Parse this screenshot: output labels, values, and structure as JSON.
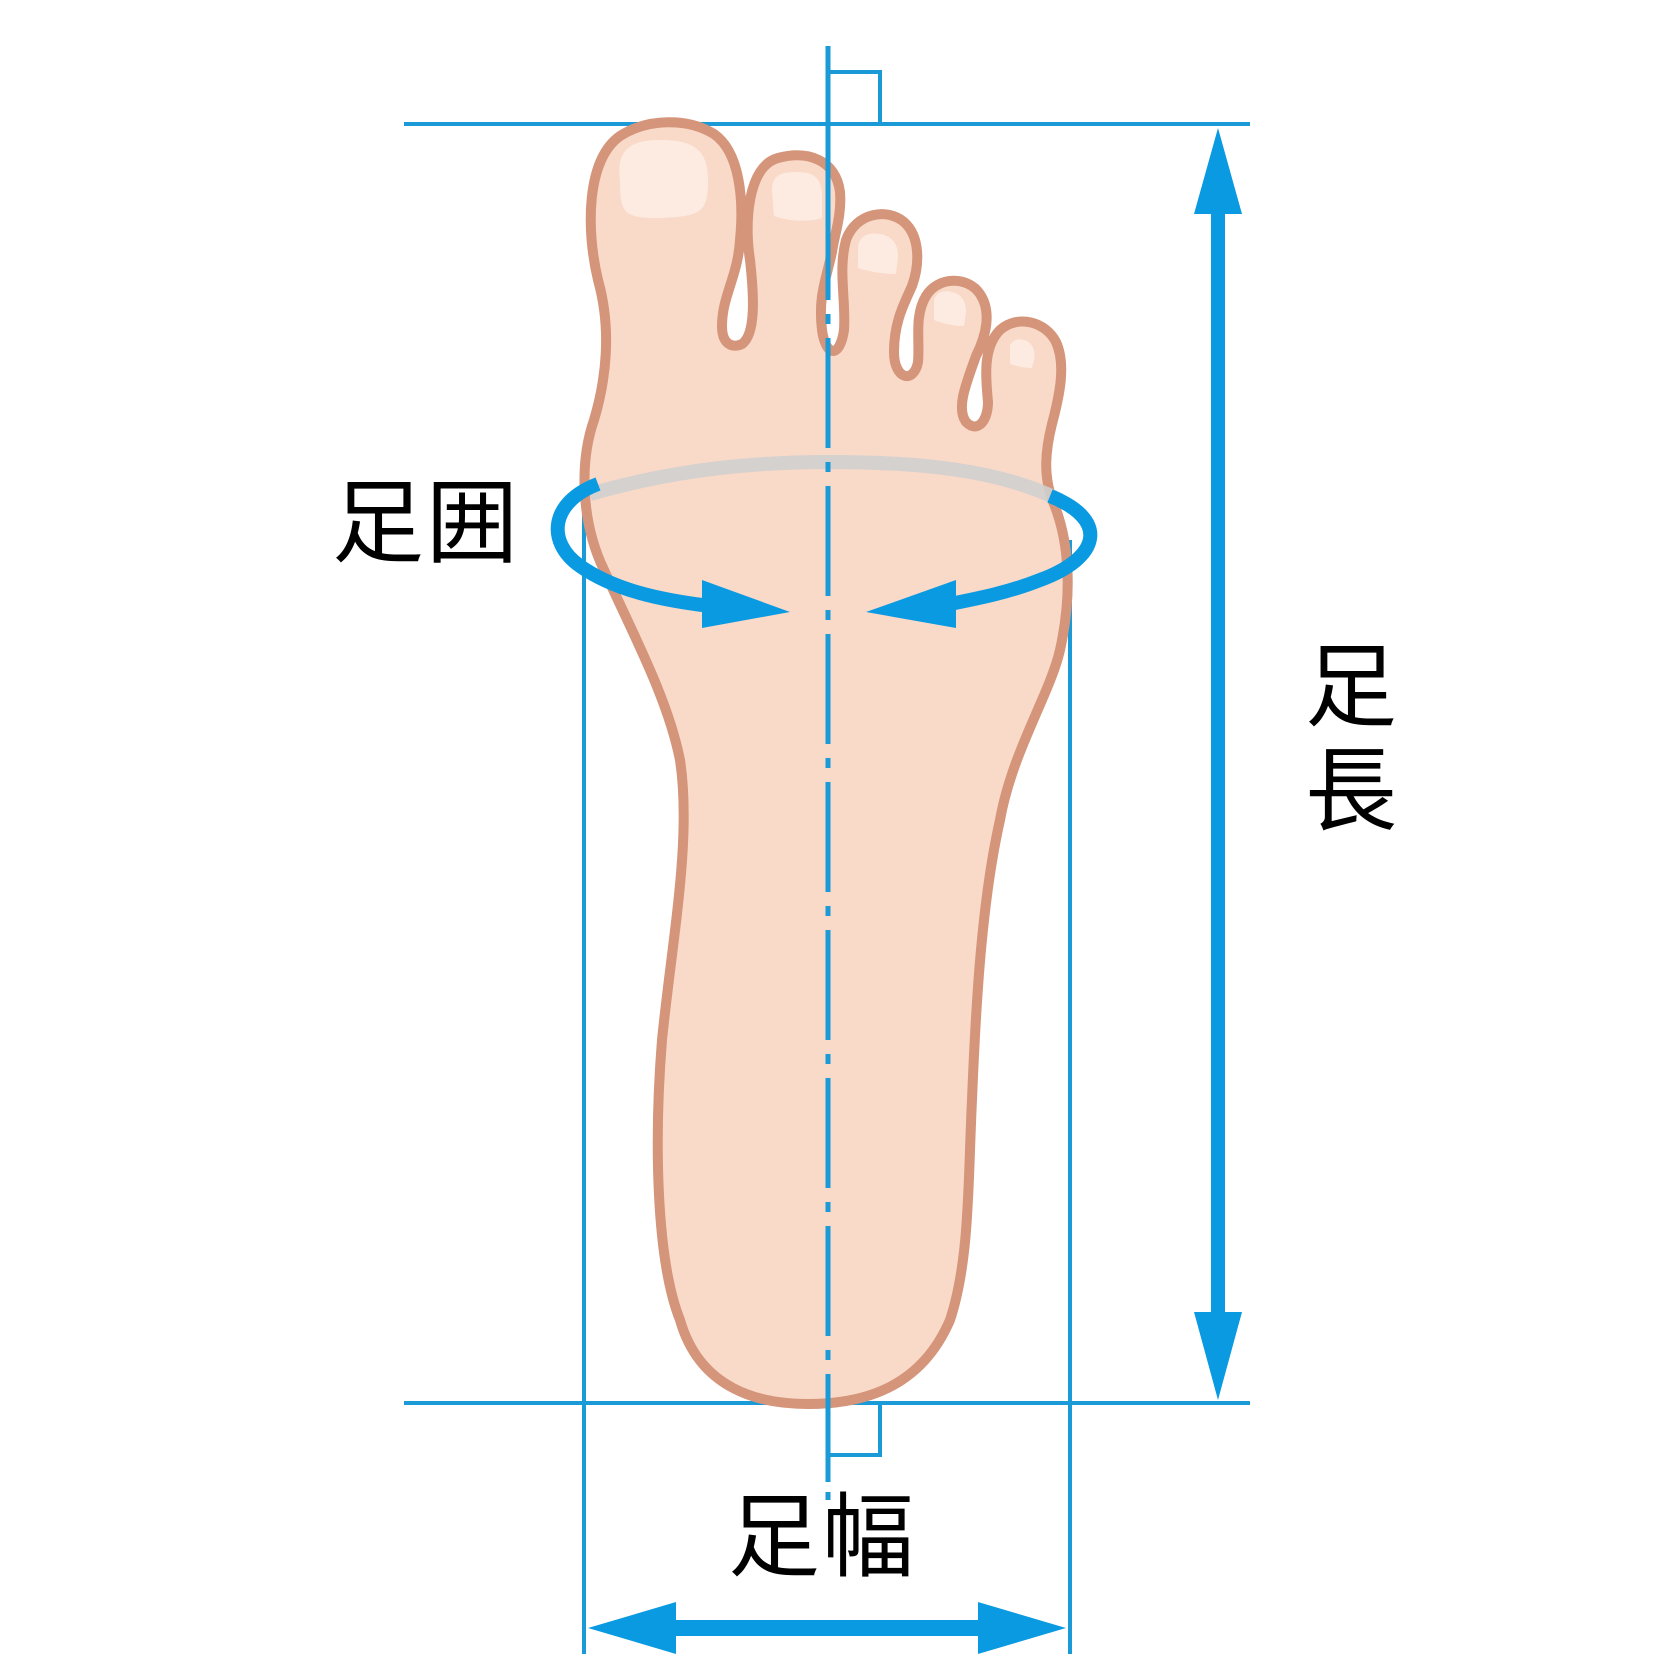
{
  "diagram": {
    "title": "Foot measurement diagram",
    "labels": {
      "girth": "足囲",
      "width": "足幅",
      "length_char1": "足",
      "length_char2": "長"
    },
    "colors": {
      "measure_blue": "#0a9ae2",
      "guide_blue": "#1a9ad6",
      "skin_fill": "#f9d9c8",
      "skin_outline": "#d4957a",
      "nail_fill": "#fdebe1",
      "girth_back": "#cfcfcf",
      "background": "#ffffff",
      "text": "#000000"
    }
  }
}
